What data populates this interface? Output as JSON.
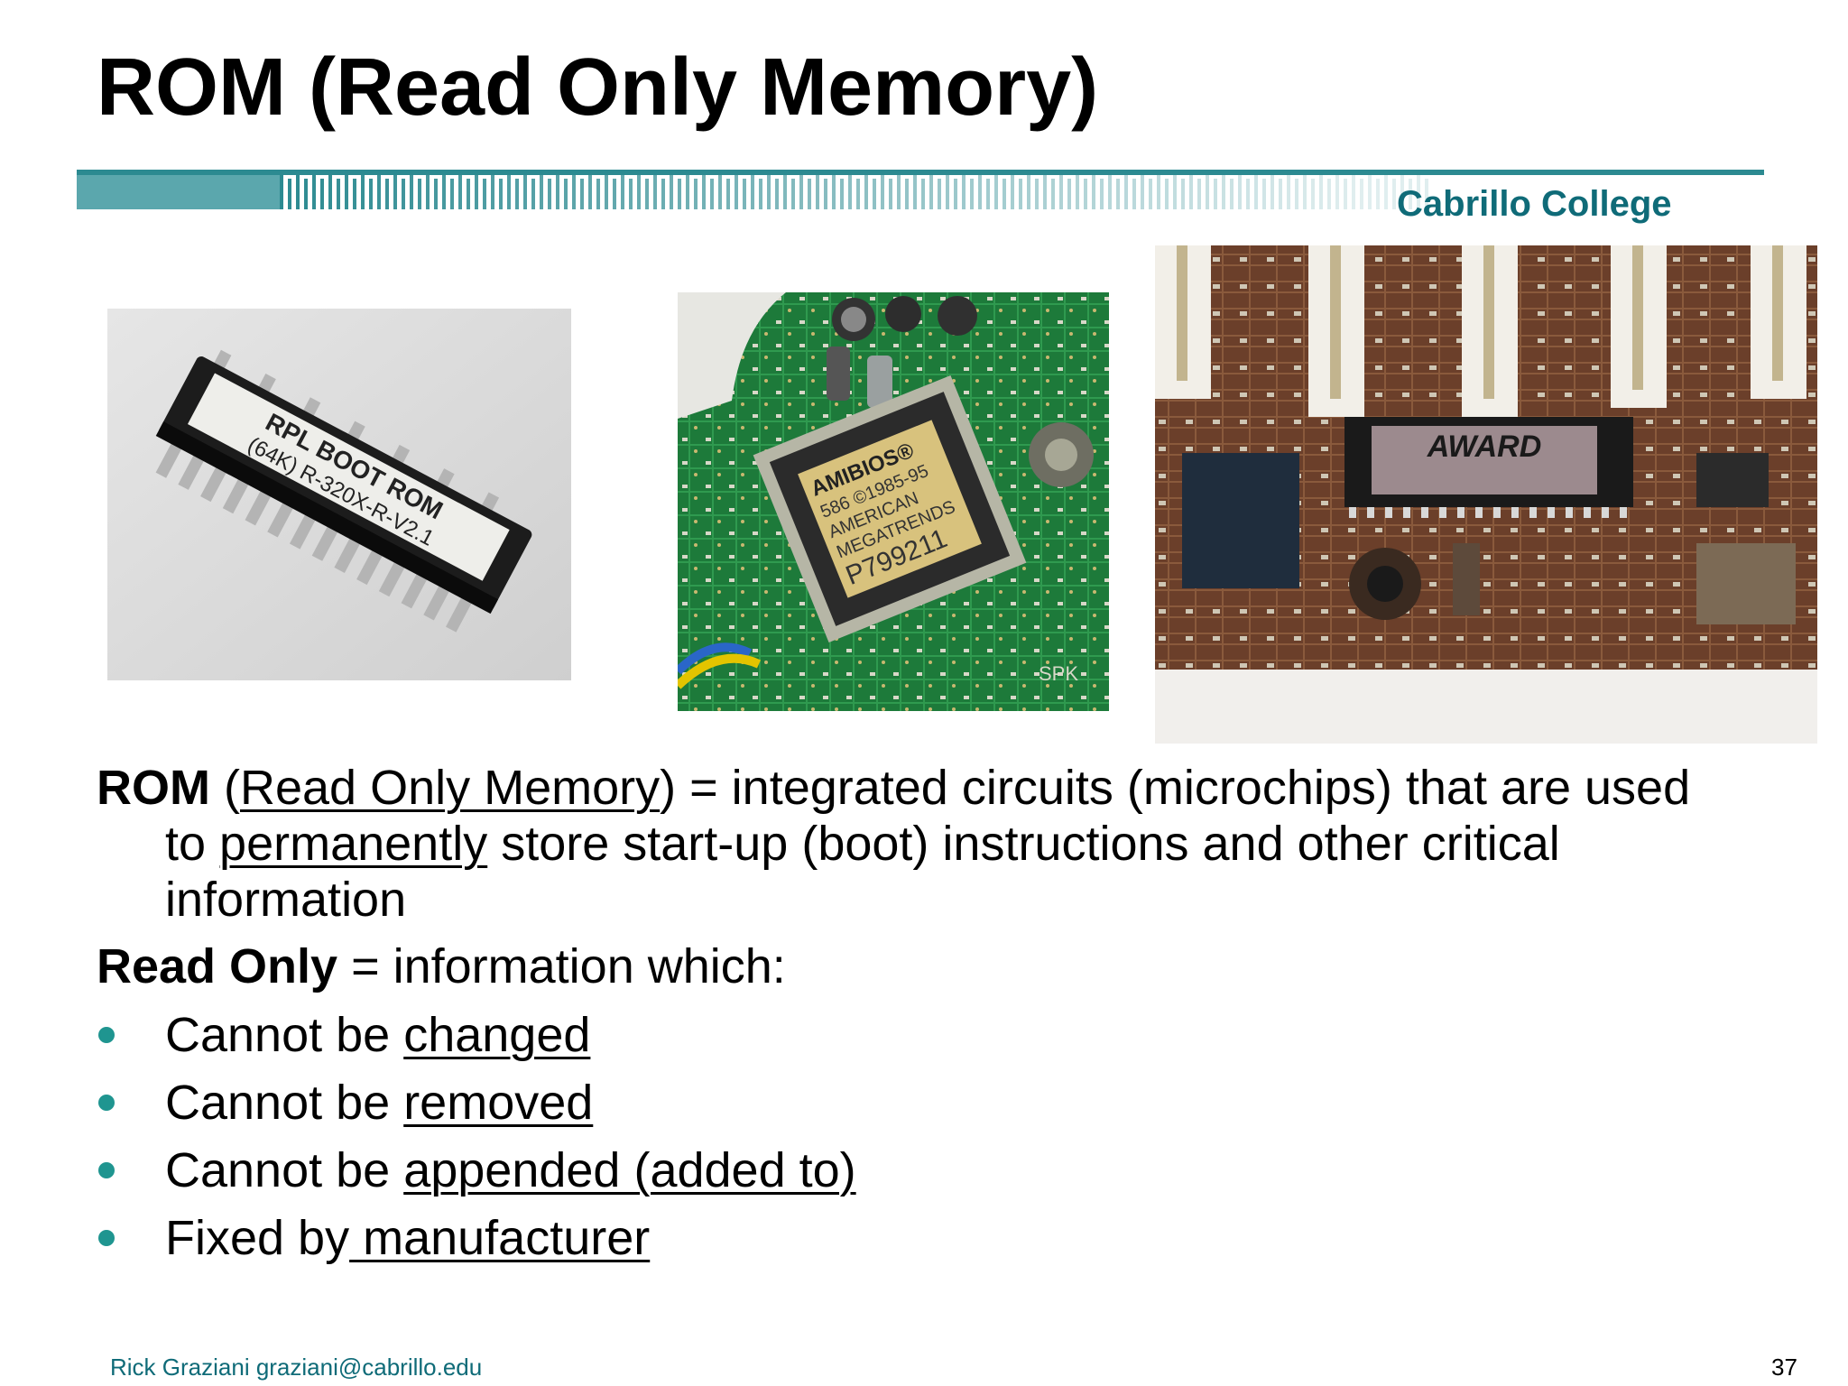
{
  "slide": {
    "title": "ROM (Read Only Memory)",
    "banner": {
      "org": "Cabrillo College",
      "accent_color": "#2c8a91"
    },
    "photos": [
      {
        "subject": "rom-chip",
        "label_line1": "RPL BOOT ROM",
        "label_line2": "(64K) R-320X-R-V2.1"
      },
      {
        "subject": "bios-chip",
        "lines": [
          "AMIBIOS®",
          "586 ©1985-95",
          "AMERICAN",
          "MEGATRENDS",
          "P799211"
        ],
        "board_text": "SPK"
      },
      {
        "subject": "award-bios-board",
        "chip_label": "AWARD"
      }
    ],
    "definition": {
      "term": "ROM",
      "open_paren": "(",
      "term_expanded": "Read Only Memory",
      "after_expanded": ") = integrated circuits (microchips) that are used",
      "line2_prefix": "to ",
      "line2_underlined": "permanently",
      "line2_rest": " store start-up (boot) instructions and other critical",
      "line3": "information"
    },
    "read_only": {
      "term": "Read Only",
      "rest": " = information which:"
    },
    "bullets": [
      {
        "prefix": "Cannot be ",
        "underlined": "changed"
      },
      {
        "prefix": "Cannot be ",
        "underlined": "removed"
      },
      {
        "prefix": "Cannot be ",
        "underlined": "appended (added to)"
      },
      {
        "prefix": "Fixed by",
        "underlined": " manufacturer"
      }
    ],
    "bullet_color": "#1f9590",
    "footer": {
      "author": "Rick Graziani  graziani@cabrillo.edu",
      "page_number": "37"
    }
  }
}
